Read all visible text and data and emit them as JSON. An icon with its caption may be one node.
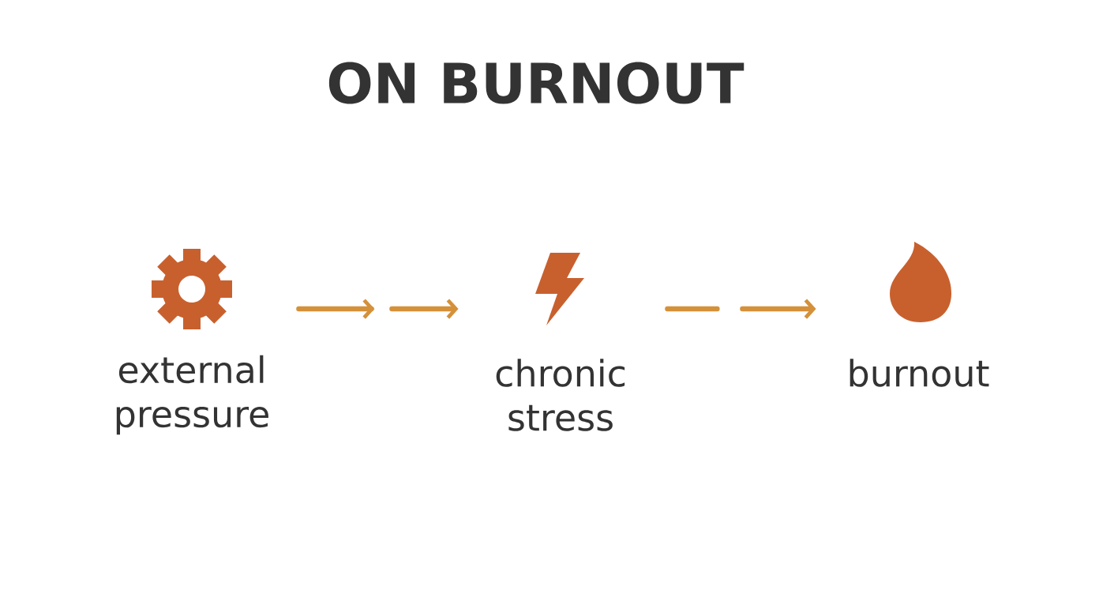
{
  "diagram": {
    "title": "ON BURNOUT",
    "nodes": [
      {
        "text": [
          "external pressure"
        ]
      },
      {
        "text": [
          "chronic stress"
        ]
      },
      {
        "text": [
          "burnout"
        ]
      }
    ],
    "edges": [
      {
        "from": 0,
        "to": 1,
        "arrow": "to",
        "style": "dashed"
      },
      {
        "from": 1,
        "to": 2,
        "arrow": "to",
        "style": "dashed"
      }
    ]
  }
}
